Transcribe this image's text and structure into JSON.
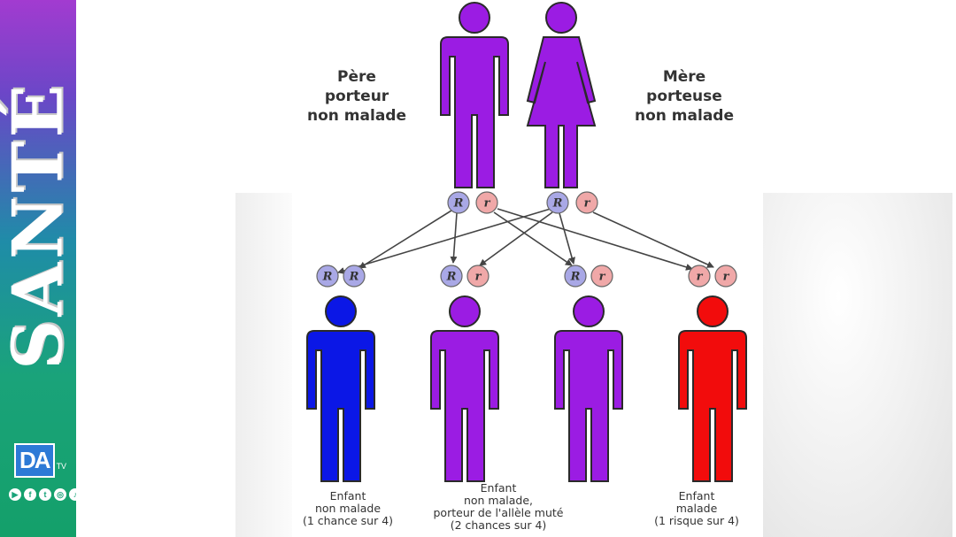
{
  "sidebar": {
    "title": "SANTÉ",
    "logo_letters": "DA",
    "logo_suffix": "TV",
    "social_icons": [
      "youtube-icon",
      "facebook-icon",
      "twitter-icon",
      "instagram-icon",
      "tiktok-icon"
    ]
  },
  "colors": {
    "carrier": "#9b1ce3",
    "healthy": "#0b17e6",
    "sick": "#f20c0c",
    "allele_dominant": "#a9a8e6",
    "allele_recessive": "#f0a8a8",
    "arrow": "#444444"
  },
  "parents": {
    "father_label": "Père\nporteur\nnon malade",
    "mother_label": "Mère\nporteuse\nnon malade"
  },
  "alleles": {
    "dominant": "R",
    "recessive": "r"
  },
  "children": [
    {
      "label": "Enfant\nnon malade\n(1 chance sur 4)",
      "status": "healthy"
    },
    {
      "label": "Enfant\nnon malade,\nporteur de l'allèle muté\n(2 chances sur 4)",
      "status": "carrier"
    },
    {
      "label": "",
      "status": "carrier"
    },
    {
      "label": "Enfant\nmalade\n(1 risque sur 4)",
      "status": "sick"
    }
  ]
}
